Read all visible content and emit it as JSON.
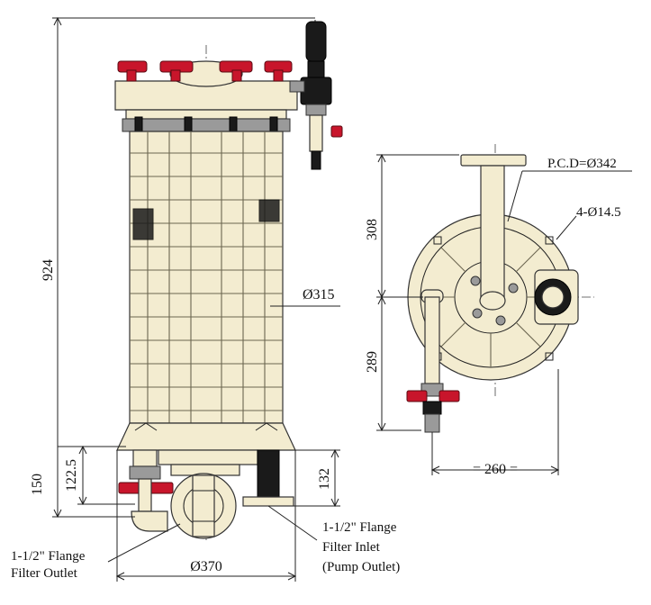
{
  "dimensions": {
    "height_total": "924",
    "diameter_body": "Ø315",
    "height_base": "150",
    "height_outlet": "122.5",
    "height_inlet": "132",
    "diameter_base": "Ø370",
    "height_top_view_upper": "308",
    "height_top_view_lower": "289",
    "width_top_view": "= 260 =",
    "pcd": "P.C.D=Ø342",
    "holes": "4-Ø14.5"
  },
  "labels": {
    "outlet_line1": "1-1/2\" Flange",
    "outlet_line2": "Filter Outlet",
    "inlet_line1": "1-1/2\" Flange",
    "inlet_line2": "Filter Inlet",
    "inlet_line3": "(Pump Outlet)"
  },
  "colors": {
    "body": "#f3ecd0",
    "valve_handle": "#c8152b",
    "gauge": "#1a1a1a"
  }
}
